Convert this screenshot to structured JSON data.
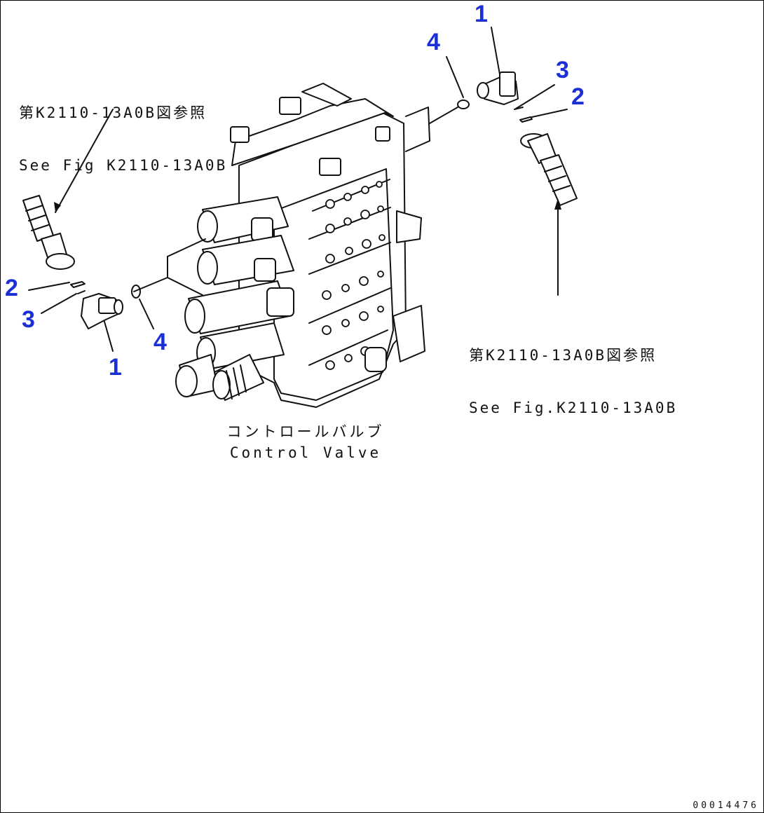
{
  "references": {
    "upper_left": {
      "line1": "第K2110-13A0B図参照",
      "line2": "See Fig K2110-13A0B"
    },
    "right": {
      "line1": "第K2110-13A0B図参照",
      "line2": "See Fig.K2110-13A0B"
    }
  },
  "callouts": {
    "left": {
      "item1": "1",
      "item2": "2",
      "item3": "3",
      "item4": "4"
    },
    "right": {
      "item1": "1",
      "item2": "2",
      "item3": "3",
      "item4": "4"
    }
  },
  "caption": {
    "japanese": "コントロールバルブ",
    "english": "Control Valve"
  },
  "document_number": "00014476",
  "colors": {
    "callout_blue": "#1a2fd6",
    "line": "#111111",
    "background": "#ffffff"
  }
}
